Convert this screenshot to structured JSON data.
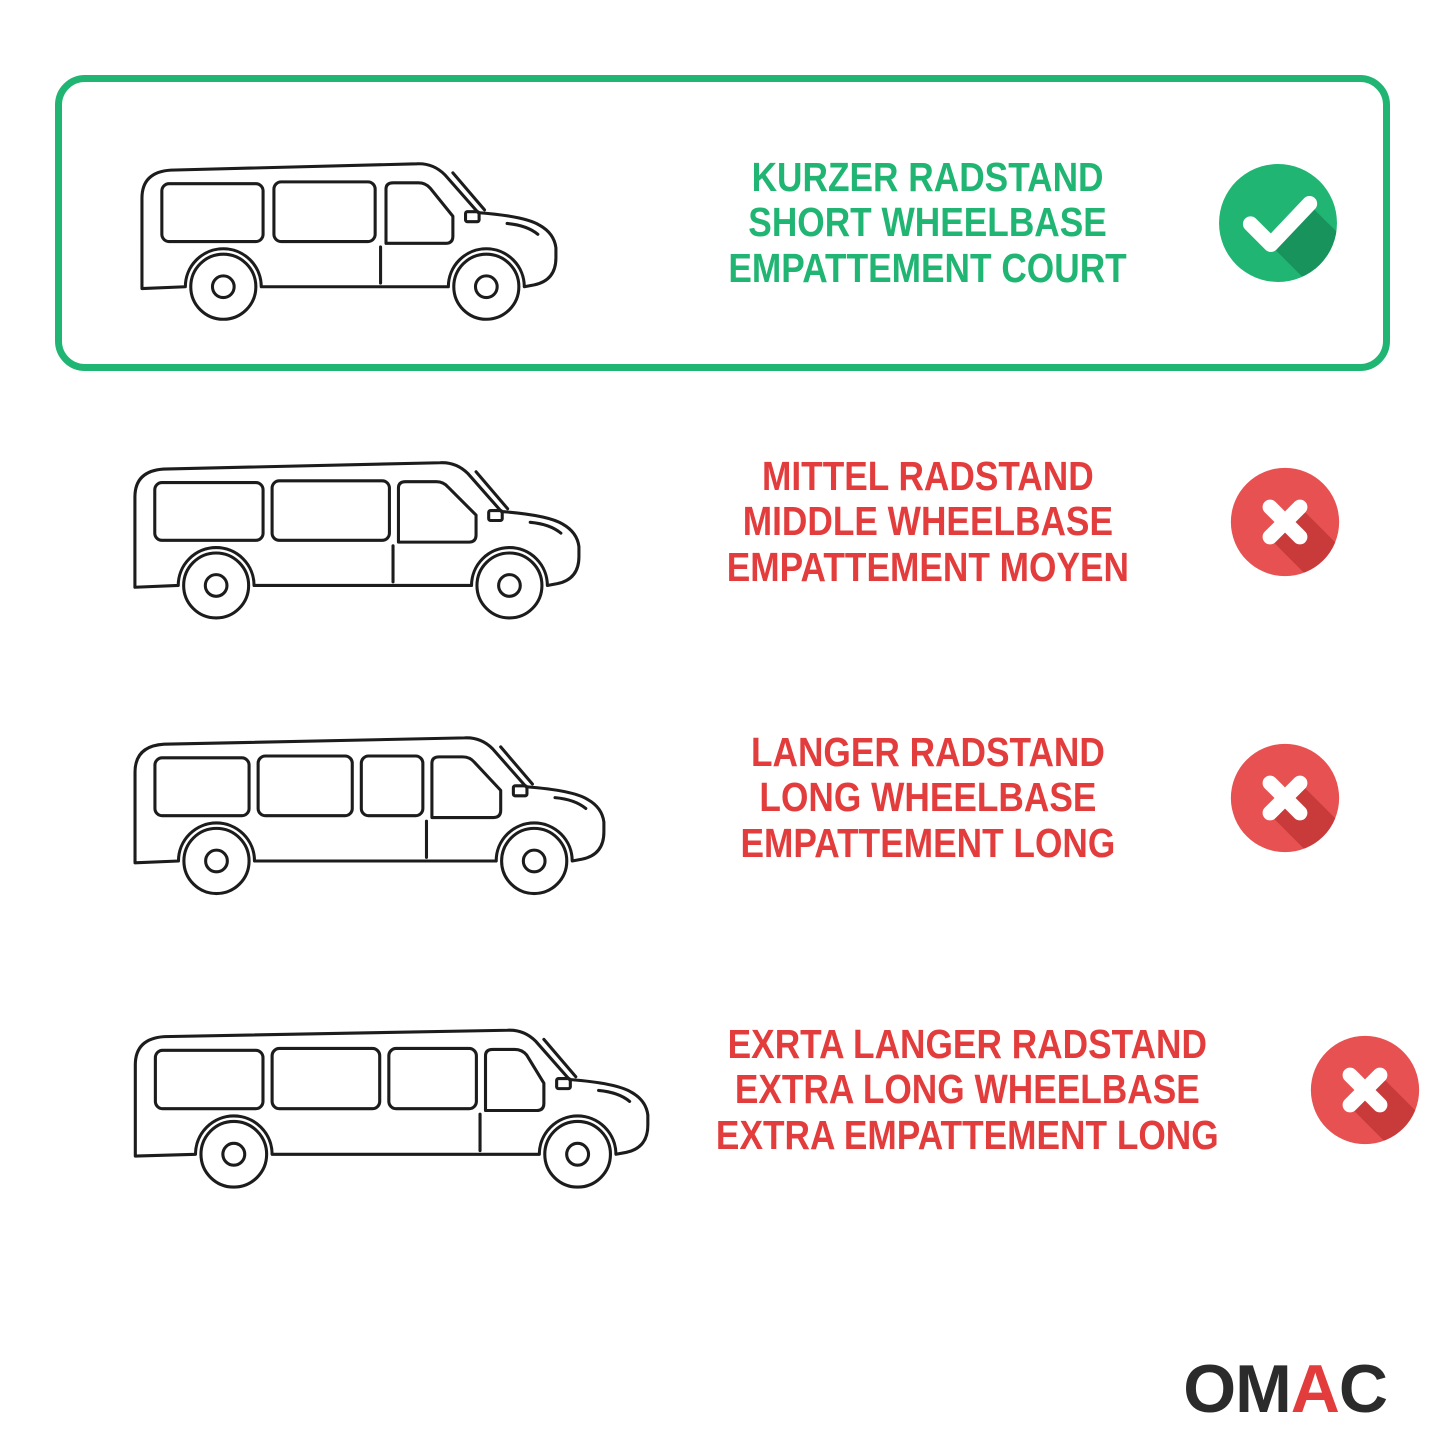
{
  "colors": {
    "green": "#21b573",
    "green-dark": "#17935b",
    "red": "#e23c3c",
    "red-circle": "#e85151",
    "red-dark": "#c93a3a",
    "ink": "#1c1c1c",
    "logo-black": "#2b2b2b"
  },
  "rows": [
    {
      "id": "short-wheelbase",
      "status": "selected",
      "status_icon": "check-icon",
      "lines": [
        "KURZER RADSTAND",
        "SHORT WHEELBASE",
        "EMPATTEMENT COURT"
      ]
    },
    {
      "id": "middle-wheelbase",
      "status": "rejected",
      "status_icon": "x-icon",
      "lines": [
        "MITTEL RADSTAND",
        "MIDDLE WHEELBASE",
        "EMPATTEMENT MOYEN"
      ]
    },
    {
      "id": "long-wheelbase",
      "status": "rejected",
      "status_icon": "x-icon",
      "lines": [
        "LANGER RADSTAND",
        "LONG WHEELBASE",
        "EMPATTEMENT LONG"
      ]
    },
    {
      "id": "extra-long-wheelbase",
      "status": "rejected",
      "status_icon": "x-icon",
      "lines": [
        "EXRTA LANGER RADSTAND",
        "EXTRA LONG WHEELBASE",
        "EXTRA EMPATTEMENT LONG"
      ]
    }
  ],
  "logo": {
    "text": "OMAC",
    "black_left": "OM",
    "red": "A",
    "black_right": "C"
  }
}
